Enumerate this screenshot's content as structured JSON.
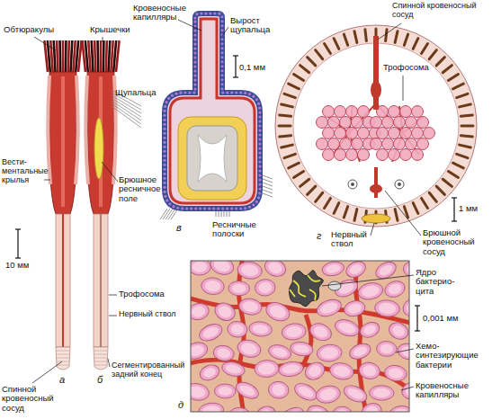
{
  "diagram": {
    "labels": [
      "Обтюракулы",
      "Крышечки",
      "Кровеносные капилляры",
      "Вырост щупальца",
      "Спинной кровеносный сосуд",
      "Трофосома",
      "Щупальца",
      "0,1 мм",
      "Вести- ментальные крылья",
      "Брюшное ресничное поле",
      "10 мм",
      "1 мм",
      "в",
      "Ресничные полоски",
      "Брюшной кровеносный сосуд",
      "г",
      "Нервный ствол",
      "Ядро бактерио- цита",
      "0,001 мм",
      "Хемо- синтезирующие бактерии",
      "Кровеносные капилляры",
      "Трофосома",
      "Нервный ствол",
      "Спинной кровеносный сосуд",
      "Сегментированный задний конец",
      "а",
      "б",
      "д"
    ]
  }
}
